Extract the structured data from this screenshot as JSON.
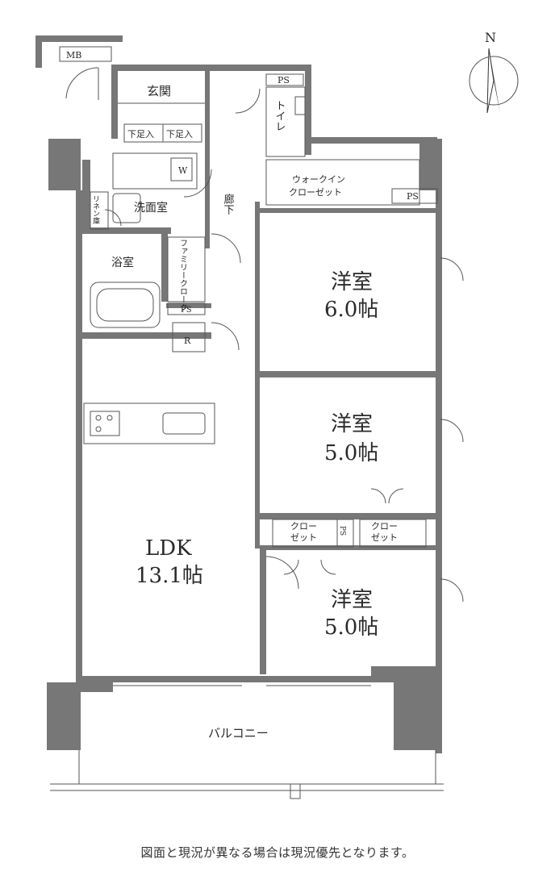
{
  "compass": {
    "label": "N",
    "icon": "north-arrow-icon"
  },
  "labels": {
    "mb": "MB",
    "genkan": "玄関",
    "shoe1": "下足入",
    "shoe2": "下足入",
    "ps_top": "PS",
    "toilet": "トイレ",
    "w": "W",
    "wic_line1": "ウォークイン",
    "wic_line2": "クローゼット",
    "ps_wic": "PS",
    "linen": "リネン庫",
    "senmen": "洗面室",
    "rouka": "廊下",
    "family_cloak": "ファミリークローク",
    "yokushitsu": "浴室",
    "ps_mid": "PS",
    "r": "R",
    "room1_name": "洋室",
    "room1_size": "6.0帖",
    "room2_name": "洋室",
    "room2_size": "5.0帖",
    "closet_a_line1": "クロー",
    "closet_a_line2": "ゼット",
    "ps_closet": "PS",
    "closet_b_line1": "クロー",
    "closet_b_line2": "ゼット",
    "ldk_name": "LDK",
    "ldk_size": "13.1帖",
    "room3_name": "洋室",
    "room3_size": "5.0帖",
    "balcony": "バルコニー"
  },
  "caption": "図面と現況が異なる場合は現況優先となります。",
  "colors": {
    "wall": "#767676",
    "line": "#555555",
    "text": "#2a2a2a"
  }
}
